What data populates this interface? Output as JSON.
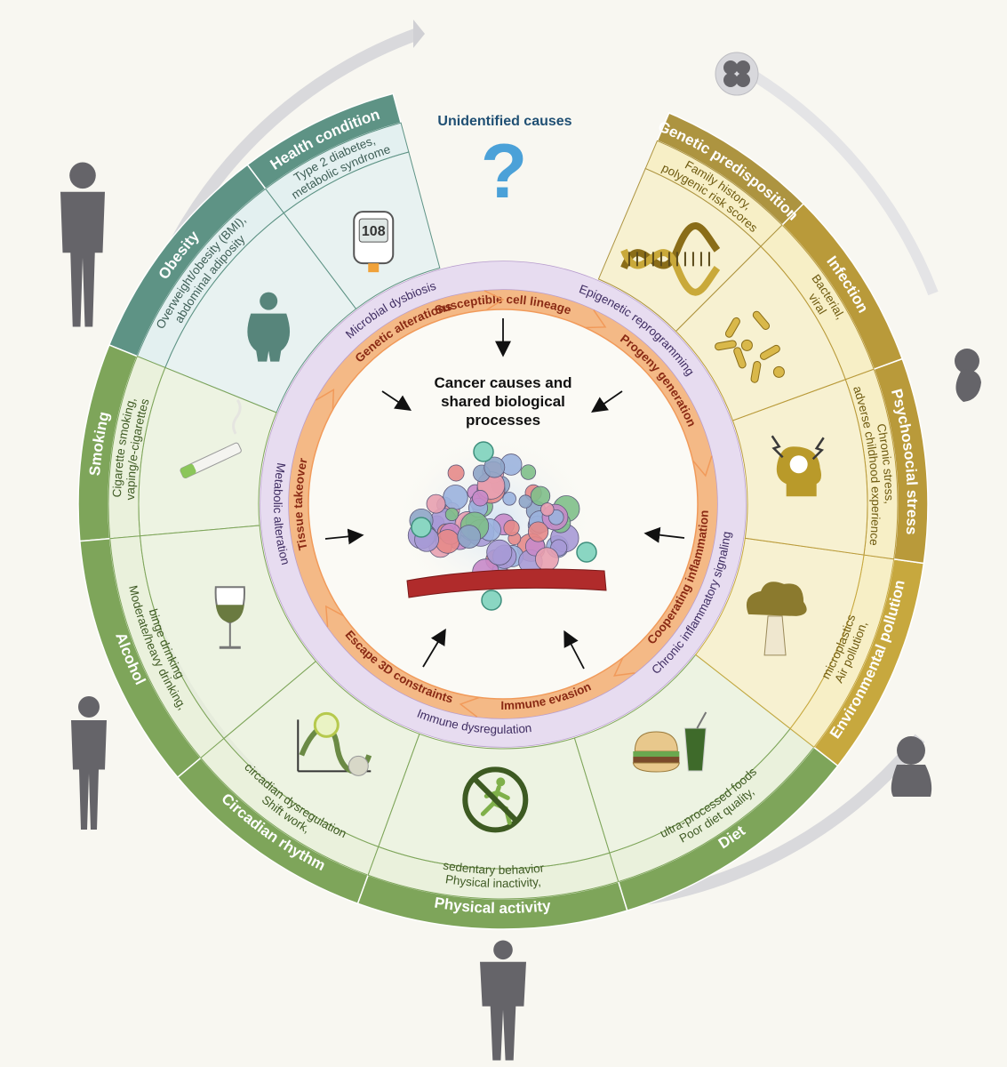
{
  "title_lines": [
    "Cancer causes and",
    "shared biological",
    "processes"
  ],
  "unidentified": {
    "label": "Unidentified causes",
    "symbol": "?"
  },
  "device_display": "108",
  "segments": [
    {
      "id": "health-condition",
      "category": "Health condition",
      "lines": [
        "Type 2 diabetes,",
        "metabolic syndrome"
      ],
      "icon": "glucose-meter-icon",
      "band": "#5e9385",
      "subtext": "#3e5e56",
      "fill": "#e3f0f0"
    },
    {
      "id": "obesity",
      "category": "Obesity",
      "lines": [
        "Overweight/obesity (BMI),",
        "abdominal adiposity"
      ],
      "icon": "obese-person-icon",
      "band": "#5e9385",
      "subtext": "#3e5e56",
      "fill": "#e3f0f0"
    },
    {
      "id": "smoking",
      "category": "Smoking",
      "lines": [
        "Cigarette smoking,",
        "vaping/e-cigarettes"
      ],
      "icon": "cigarette-icon",
      "band": "#7ea55a",
      "subtext": "#3f5a24",
      "fill": "#eaf1dc"
    },
    {
      "id": "alcohol",
      "category": "Alcohol",
      "lines": [
        "Moderate/heavy drinking,",
        "binge drinking"
      ],
      "icon": "wine-glass-icon",
      "band": "#7ea55a",
      "subtext": "#3f5a24",
      "fill": "#eaf1dc"
    },
    {
      "id": "circadian-rhythm",
      "category": "Circadian rhythm",
      "lines": [
        "Shift work,",
        "circadian dysregulation"
      ],
      "icon": "sun-moon-wave-icon",
      "band": "#7ea55a",
      "subtext": "#3f5a24",
      "fill": "#eaf1dc"
    },
    {
      "id": "physical-activity",
      "category": "Physical activity",
      "lines": [
        "Physical inactivity,",
        "sedentary behavior"
      ],
      "icon": "no-running-icon",
      "band": "#7ea55a",
      "subtext": "#3f5a24",
      "fill": "#eaf1dc"
    },
    {
      "id": "diet",
      "category": "Diet",
      "lines": [
        "Poor diet quality,",
        "ultra-processed foods"
      ],
      "icon": "burger-soda-icon",
      "band": "#7ea55a",
      "subtext": "#3f5a24",
      "fill": "#eaf1dc"
    },
    {
      "id": "environmental-pollution",
      "category": "Environmental pollution",
      "lines": [
        "Air pollution,",
        "microplastics"
      ],
      "icon": "smokestack-icon",
      "band": "#c7a83e",
      "subtext": "#6e5a10",
      "fill": "#f7efc6"
    },
    {
      "id": "psychosocial-stress",
      "category": "Psychosocial stress",
      "lines": [
        "Chronic stress,",
        "adverse childhood experience"
      ],
      "icon": "stressed-head-icon",
      "band": "#b99a3a",
      "subtext": "#6e5a10",
      "fill": "#f7efc6"
    },
    {
      "id": "infection",
      "category": "Infection",
      "lines": [
        "Bacterial,",
        "viral"
      ],
      "icon": "microbes-icon",
      "band": "#b99a3a",
      "subtext": "#6e5a10",
      "fill": "#f7efc6"
    },
    {
      "id": "genetic-predisposition",
      "category": "Genetic predisposition",
      "lines": [
        "Family history,",
        "polygenic risk scores"
      ],
      "icon": "dna-icon",
      "band": "#ad9440",
      "subtext": "#6e5a10",
      "fill": "#f7efc6"
    }
  ],
  "purple_processes": [
    "Microbial dysbiosis",
    "Epigenetic reprogramming",
    "Chronic inflammatory signaling",
    "Immune dysregulation",
    "Metabolic alteration"
  ],
  "orange_processes": [
    "Susceptible cell lineage",
    "Progeny generation",
    "Cooperating inflammation",
    "Immune evasion",
    "Escape 3D constraints",
    "Tissue takeover",
    "Genetic alterations"
  ],
  "lifecourse_figures": [
    {
      "id": "embryo",
      "icon": "embryo-cells-icon"
    },
    {
      "id": "fetus",
      "icon": "fetus-icon"
    },
    {
      "id": "baby",
      "icon": "baby-icon"
    },
    {
      "id": "child",
      "icon": "child-icon"
    },
    {
      "id": "teen",
      "icon": "teen-icon"
    },
    {
      "id": "adult",
      "icon": "adult-icon"
    }
  ]
}
